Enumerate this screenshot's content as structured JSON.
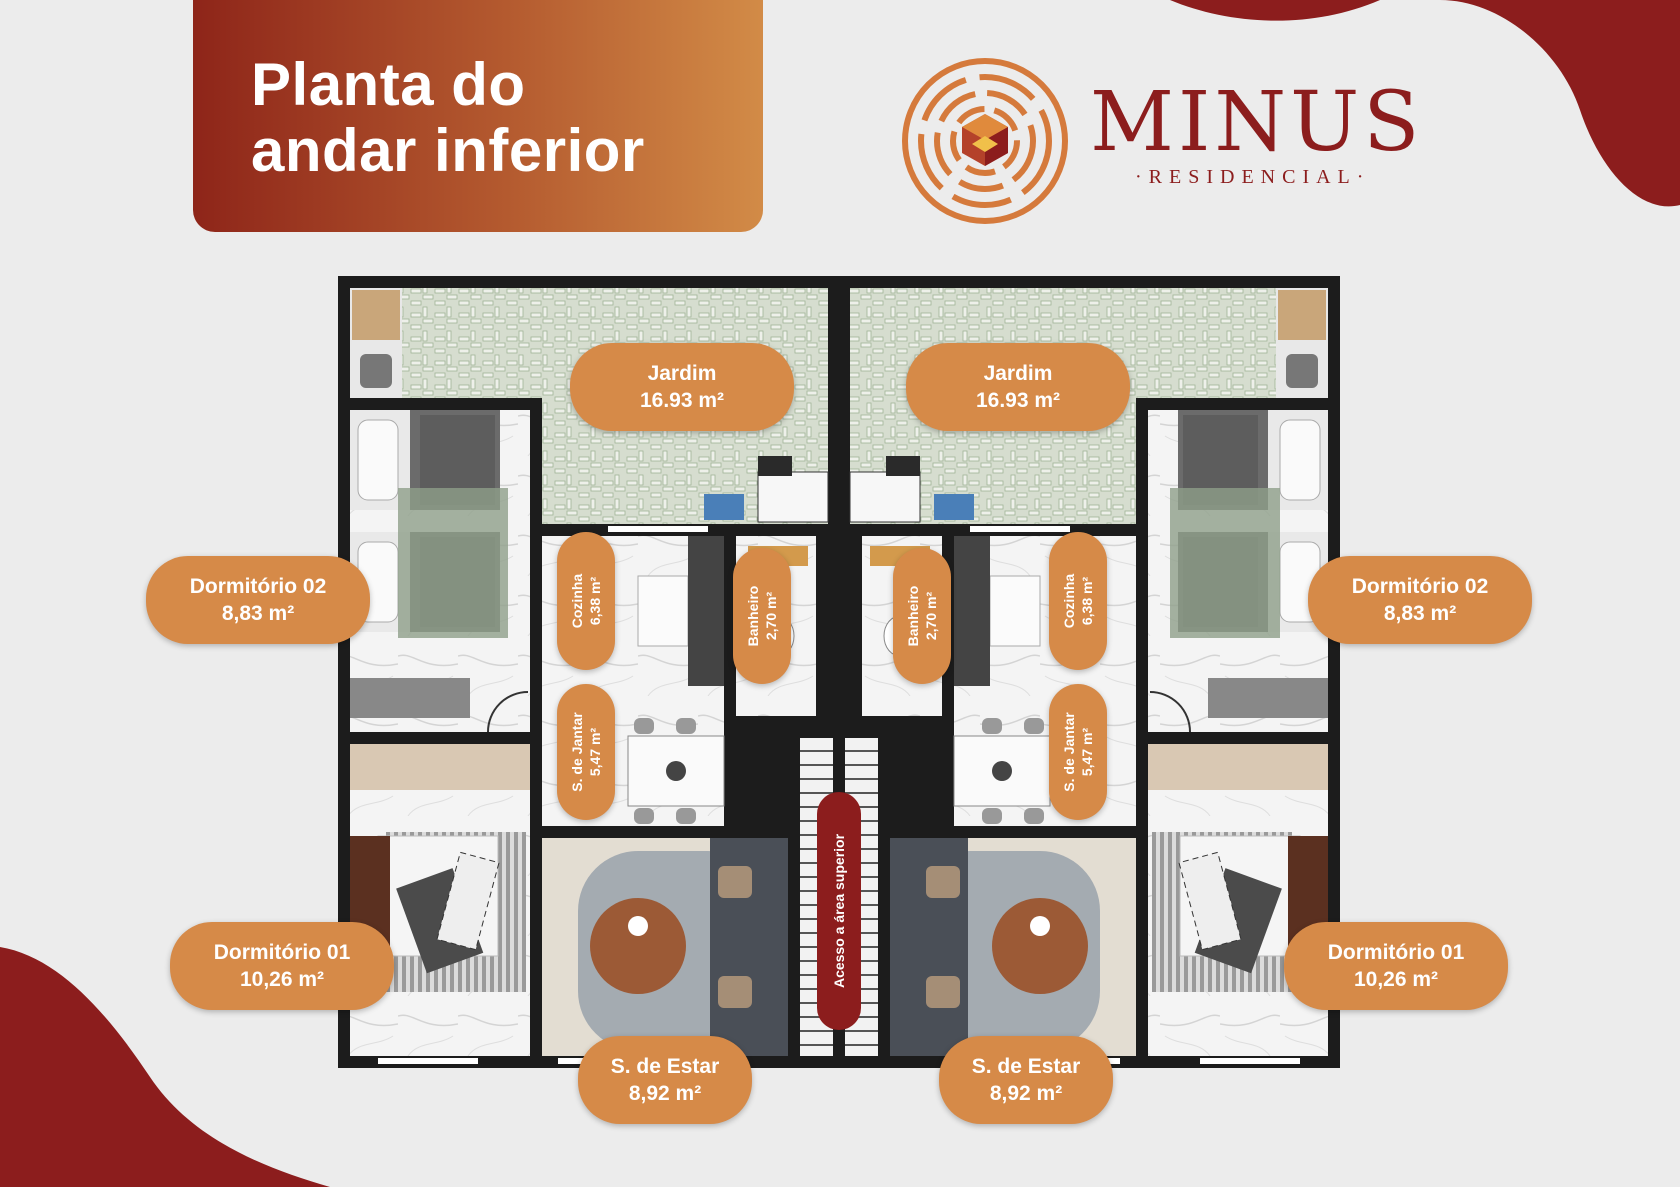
{
  "title": {
    "line1": "Planta do",
    "line2": "andar inferior"
  },
  "brand": {
    "name": "MINUS",
    "subtitle": "·RESIDENCIAL·"
  },
  "colors": {
    "accent": "#d68a48",
    "brand": "#8c1d1d",
    "background": "#ececec"
  },
  "rooms": {
    "jardim_left": {
      "name": "Jardim",
      "area": "16.93 m²"
    },
    "jardim_right": {
      "name": "Jardim",
      "area": "16.93 m²"
    },
    "dorm02_left": {
      "name": "Dormitório 02",
      "area": "8,83 m²"
    },
    "dorm02_right": {
      "name": "Dormitório 02",
      "area": "8,83 m²"
    },
    "dorm01_left": {
      "name": "Dormitório 01",
      "area": "10,26 m²"
    },
    "dorm01_right": {
      "name": "Dormitório 01",
      "area": "10,26 m²"
    },
    "estar_left": {
      "name": "S. de Estar",
      "area": "8,92 m²"
    },
    "estar_right": {
      "name": "S. de Estar",
      "area": "8,92 m²"
    },
    "cozinha_left": {
      "name": "Cozinha",
      "area": "6,38 m²"
    },
    "cozinha_right": {
      "name": "Cozinha",
      "area": "6,38 m²"
    },
    "banheiro_left": {
      "name": "Banheiro",
      "area": "2,70 m²"
    },
    "banheiro_right": {
      "name": "Banheiro",
      "area": "2,70 m²"
    },
    "jantar_left": {
      "name": "S. de Jantar",
      "area": "5,47 m²"
    },
    "jantar_right": {
      "name": "S. de Jantar",
      "area": "5,47 m²"
    }
  },
  "access": {
    "label": "Acesso a área superior"
  }
}
